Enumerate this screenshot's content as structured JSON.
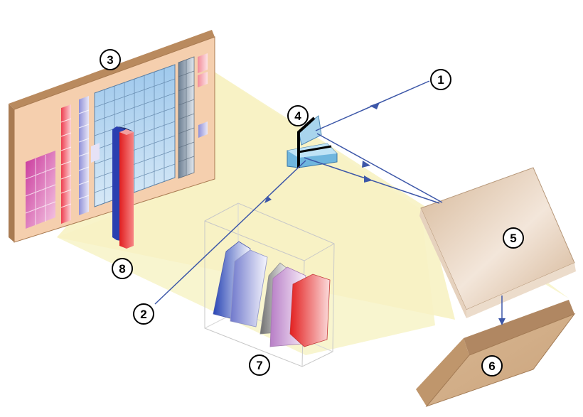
{
  "diagram": {
    "labels": [
      {
        "id": "1",
        "text": "1"
      },
      {
        "id": "2",
        "text": "2"
      },
      {
        "id": "3",
        "text": "3"
      },
      {
        "id": "4",
        "text": "4"
      },
      {
        "id": "5",
        "text": "5"
      },
      {
        "id": "6",
        "text": "6"
      },
      {
        "id": "7",
        "text": "7"
      },
      {
        "id": "8",
        "text": "8"
      }
    ],
    "colors": {
      "beam": "#3d57a8",
      "light": "#f7f3c7",
      "board": "#f5cfae",
      "board_edge": "#b98a5e",
      "mirror": "#a8d4ec",
      "mirror_block": "#6fb6de",
      "tall_blue": "#2a3fb0",
      "tall_red": "#e6282a",
      "slab": "#e8d5c3",
      "slab_dark": "#b18a63"
    }
  }
}
